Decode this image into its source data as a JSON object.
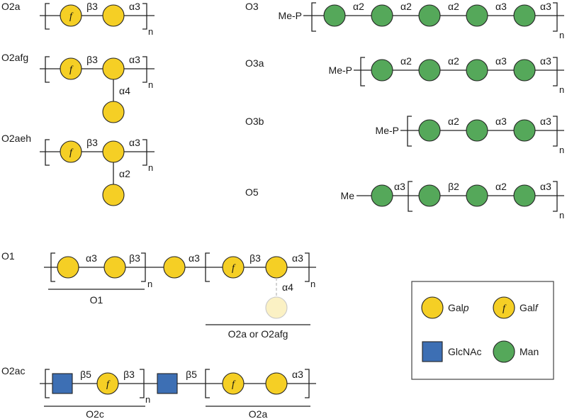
{
  "structures": {
    "o2a": {
      "name": "O2a",
      "links": [
        "β3",
        "α3"
      ],
      "repeat": "n",
      "furanose": "f"
    },
    "o2afg": {
      "name": "O2afg",
      "links": [
        "β3",
        "α3",
        "α4"
      ],
      "repeat": "n",
      "furanose": "f"
    },
    "o2aeh": {
      "name": "O2aeh",
      "links": [
        "β3",
        "α3",
        "α2"
      ],
      "repeat": "n",
      "furanose": "f"
    },
    "o3": {
      "name": "O3",
      "prefix": "Me-P",
      "links": [
        "α2",
        "α2",
        "α2",
        "α3",
        "α3"
      ],
      "repeat": "n"
    },
    "o3a": {
      "name": "O3a",
      "prefix": "Me-P",
      "links": [
        "α2",
        "α2",
        "α3",
        "α3"
      ],
      "repeat": "n"
    },
    "o3b": {
      "name": "O3b",
      "prefix": "Me-P",
      "links": [
        "α2",
        "α3",
        "α3"
      ],
      "repeat": "n"
    },
    "o5": {
      "name": "O5",
      "prefix": "Me",
      "links": [
        "α3",
        "β2",
        "α2",
        "α3"
      ],
      "repeat": "n"
    },
    "o1": {
      "name": "O1",
      "links": [
        "α3",
        "β3",
        "α3",
        "β3",
        "α3",
        "α4"
      ],
      "repeat": [
        "n",
        "n"
      ],
      "furanose": "f",
      "underline_labels": [
        "O1",
        "O2a or O2afg"
      ]
    },
    "o2ac": {
      "name": "O2ac",
      "links": [
        "β5",
        "β3",
        "β5",
        "α3"
      ],
      "repeat": "n",
      "furanose": "f",
      "underline_labels": [
        "O2c",
        "O2a"
      ]
    }
  },
  "legend": {
    "galp_prefix": "Gal",
    "galp_suffix": "p",
    "galf_prefix": "Gal",
    "galf_suffix": "f",
    "glcnac": "GlcNAc",
    "man": "Man",
    "furanose_mark": "f"
  },
  "colors": {
    "galactose": "#f5cf25",
    "mannose": "#55a85a",
    "glcnac": "#3d6fb4"
  }
}
